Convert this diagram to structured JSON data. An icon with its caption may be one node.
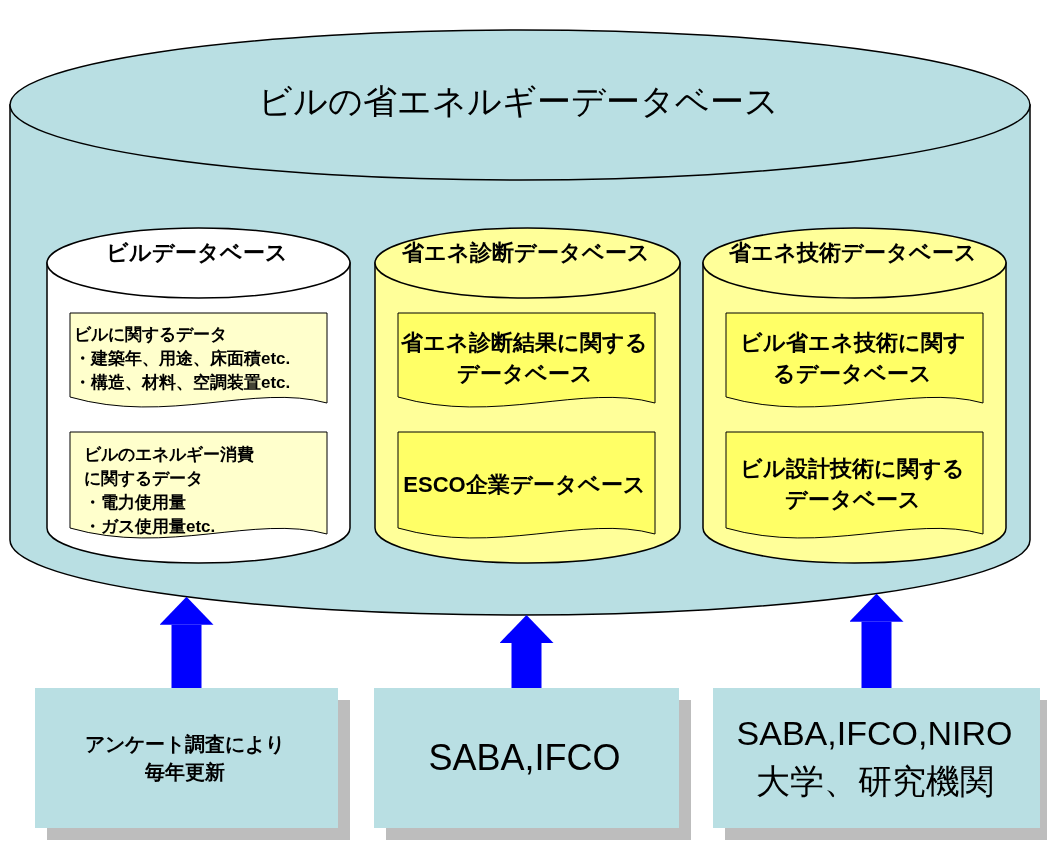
{
  "diagram": {
    "nodes": [
      {
        "text": [
          "ビルの省エネルギーデータベース"
        ]
      },
      {
        "text": [
          "ビルデータベース"
        ],
        "in": 0
      },
      {
        "text": [
          "ビルに関するデータ",
          "・建築年、用途、床面積etc.",
          "・構造、材料、空調装置etc."
        ],
        "in": 1
      },
      {
        "text": [
          "ビルのエネルギー消費に関するデータ",
          "・電力使用量",
          "・ガス使用量etc."
        ],
        "in": 1
      },
      {
        "text": [
          "省エネ診断データベース"
        ],
        "in": 0
      },
      {
        "text": [
          "省エネ診断結果に関するデータベース"
        ],
        "in": 4
      },
      {
        "text": [
          "ESCO企業データベース"
        ],
        "in": 4
      },
      {
        "text": [
          "省エネ技術データベース"
        ],
        "in": 0
      },
      {
        "text": [
          "ビル省エネ技術に関するデータベース"
        ],
        "in": 7
      },
      {
        "text": [
          "ビル設計技術に関するデータベース"
        ],
        "in": 7
      },
      {
        "text": [
          "アンケート調査により毎年更新"
        ]
      },
      {
        "text": [
          "SABA,IFCO"
        ]
      },
      {
        "text": [
          "SABA,IFCO,NIRO",
          "大学、研究機関"
        ]
      }
    ],
    "edges": [
      {
        "from": 10,
        "to": 0,
        "arrow": "to",
        "color": "#0000ff"
      },
      {
        "from": 11,
        "to": 0,
        "arrow": "to",
        "color": "#0000ff"
      },
      {
        "from": 12,
        "to": 0,
        "arrow": "to",
        "color": "#0000ff"
      }
    ]
  }
}
